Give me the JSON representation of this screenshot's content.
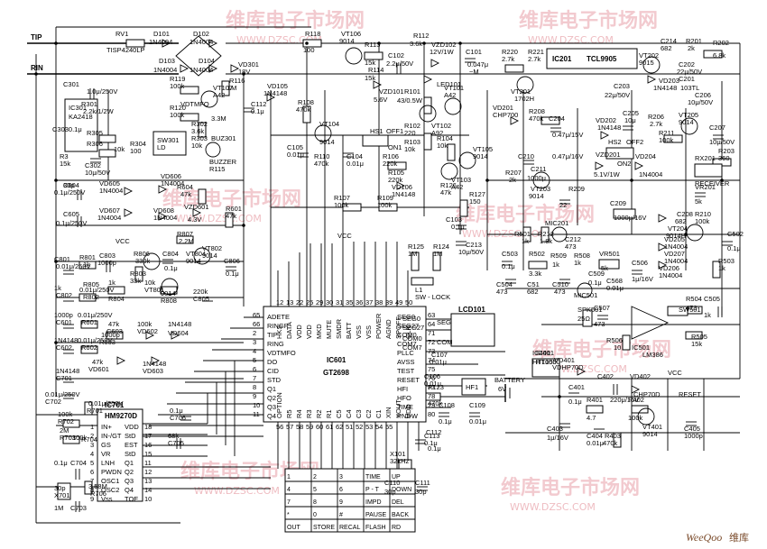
{
  "watermark": {
    "brand": "维库电子市场网",
    "url": "WWW.DZSC.COM",
    "footer_logo": "WeeQoo",
    "footer_cn": "维库"
  },
  "terminals": {
    "tip": "TIP",
    "ring": "RIN"
  },
  "ics": {
    "main_name": "IC601",
    "main_part": "GT2698",
    "ringer_name": "IC201",
    "ringer_part": "TCL9905",
    "dtmf_name": "IC701",
    "dtmf_part": "HM9270D",
    "amp_name": "IC501",
    "amp_part": "LM386",
    "reg_name": "IC401",
    "reg_part": "HT1050",
    "opto_name": "IC301",
    "opto_part": "KA2418",
    "lcd": "LCD101"
  },
  "top_labels": [
    "RV1",
    "TISP4240LP",
    "D101",
    "1N4004",
    "D102",
    "1N4004",
    "D103",
    "1N4004",
    "D104",
    "1N4004",
    "R118",
    "100",
    "VT106",
    "9014",
    "R113",
    "15k",
    "R114",
    "15k",
    "C102",
    "2.2μ/50V",
    "R112",
    "3.6k",
    "VZD102",
    "12V/1W",
    "C101",
    "0.047μ",
    "~M",
    "LED101",
    "VZD101",
    "5.6V",
    "R101",
    "43/0.5W",
    "VT101",
    "A42",
    "VT102",
    "A92",
    "R220",
    "2.7k",
    "R221",
    "2.7k",
    "C214",
    "682",
    "R201",
    "2k",
    "R202",
    "6.8k",
    "VT202",
    "9015",
    "VD203",
    "1N4148",
    "C202",
    "22μ/50V",
    "C201",
    "103TL",
    "C206",
    "10μ/50V",
    "VT201",
    "1702H",
    "C203",
    "22μ/50V"
  ],
  "left_labels": [
    "C301",
    "1.0μ/250V",
    "R301",
    "2.2k/1/2W",
    "VD301",
    "18V",
    "R116",
    "1M",
    "VDTMFO",
    "R119",
    "100k",
    "R120",
    "100k",
    "VT107",
    "A42",
    "C112",
    "0.1μ",
    "VD105",
    "1N4148",
    "C3030.1μ",
    "R305",
    "R306",
    "10k",
    "R3",
    "15k",
    "C302",
    "10μ/50V",
    "R302",
    "3.6k",
    "R303",
    "10k",
    "R304",
    "100",
    "SW301",
    "LD",
    "BUZ301",
    "BUZZER",
    "R115",
    "3.3M"
  ],
  "mid_labels": [
    "R108",
    "470k",
    "VT104",
    "9014",
    "HS1",
    "OFF1",
    "ON1",
    "R102",
    "220",
    "R103",
    "10k",
    "C105",
    "0.01μ",
    "R110",
    "470k",
    "C104",
    "0.01μ",
    "R104",
    "10k",
    "VT105",
    "9014",
    "R106",
    "220k",
    "VD106",
    "1N4148",
    "R105",
    "220k",
    "VT103",
    "A42",
    "R126",
    "47k",
    "R107",
    "100k",
    "R109",
    "100k",
    "R127",
    "150",
    "C103",
    "0.1μ",
    "C213",
    "10μ/50V",
    "R125",
    "1M",
    "R124",
    "1M",
    "L1",
    "SW - LOCK",
    "VCC"
  ],
  "right_labels": [
    "VD201",
    "CHP700",
    "R208",
    "470k",
    "C204",
    "0.47μ/15V",
    "VD202",
    "1N4148",
    "C205",
    "10μ",
    "R206",
    "2.7k",
    "VT205",
    "9014",
    "R211",
    "100k",
    "C207",
    "10μ/50V",
    "R203",
    "360",
    "HS2",
    "OFF2",
    "ON2",
    "VZD201",
    "5.1V/1W",
    "VD204",
    "1N4004",
    "RX201",
    "RECEIVER",
    "C210",
    "0.47μ/16V",
    "R207",
    "2k",
    "C211",
    "1000μ",
    "VT203",
    "9014",
    "R209",
    "22",
    "C209",
    "1000μ/16V",
    "VR201",
    "5k",
    "C208",
    "682",
    "VT204",
    "9014H",
    "VD205",
    "1N4004",
    "VD207",
    "1N4004",
    "VD206",
    "1N4004",
    "R210",
    "100k",
    "C502",
    "0.1μ",
    "R503",
    "1k",
    "R501",
    "1k",
    "R212",
    "1.8k",
    "C212",
    "473",
    "MIC201",
    "C503",
    "0.1μ",
    "R502",
    "3.3k",
    "R509",
    "1k",
    "R508",
    "1k",
    "VR501",
    "5k",
    "C504",
    "473",
    "C51",
    "682",
    "C510",
    "473",
    "C509",
    "0.1μ",
    "MIC501",
    "C506",
    "1μ/16V",
    "C568",
    "0.01μ",
    "R504",
    "473",
    "C505",
    "1k",
    "SPK501",
    "25Ω",
    "C507",
    "473",
    "SW501",
    "R506",
    "10",
    "R505",
    "15k"
  ],
  "lower_left_labels": [
    "C604",
    "0.1μ/250V",
    "VD605",
    "1N4004",
    "VD606",
    "1N4004",
    "R604",
    "47k",
    "VZD601",
    "4.3V",
    "VD607",
    "1N4004",
    "VD608",
    "1N4004",
    "R601",
    "47k",
    "C605",
    "0.1μ/250V",
    "R807",
    "2.2M",
    "VCC",
    "C801",
    "0.01μ/250V",
    "R801",
    "1k",
    "C803",
    "1000p",
    "R806",
    "330k",
    "C804",
    "0.1μ",
    "VT804",
    "9014",
    "VT802",
    "9014",
    "C806",
    "0.1μ",
    "R803",
    "33k",
    "R805",
    "1k",
    "C802",
    "0.01μ/250V",
    "R802",
    "1k",
    "R804",
    "10k",
    "VT801",
    "9014",
    "R808",
    "220k",
    "C805",
    "1000p",
    "C601",
    "0.01μ/250V",
    "R601",
    "47k",
    "C603",
    "1000p",
    "R603",
    "100k",
    "VD602",
    "1N4148",
    "VD604",
    "1N4148",
    "C602",
    "0.01μ/250V",
    "R602",
    "47k",
    "VD601",
    "1N4148",
    "VD603",
    "1N4148",
    "C701",
    "0.01μ/250V",
    "C702",
    "0.01μ/250V",
    "R701",
    "100k",
    "R702",
    "2M",
    "R703",
    "100k",
    "R704",
    "68k",
    "C705",
    "0.1μ",
    "C706",
    "0.1μ",
    "C704",
    "30p",
    "X701",
    "3.58M",
    "R706",
    "1M",
    "C703",
    "30p"
  ],
  "ic601_pins_left": [
    "ADETE",
    "RINGP",
    "TIP",
    "RING",
    "VDTMFO",
    "DO",
    "CID",
    "STD",
    "Q1",
    "Q2",
    "Q3",
    "Q4"
  ],
  "ic601_pins_top": [
    "HKS",
    "DATA",
    "VDD",
    "VDD",
    "MKD",
    "MUTE",
    "SMDR",
    "BATT",
    "VSS",
    "VSS",
    "POWER",
    "AGND",
    "SPOFF",
    "CLK"
  ],
  "ic601_pins_right": [
    "SEG0",
    "SEG27",
    "COM0",
    "COM7",
    "PLLC",
    "AVSS",
    "TEST",
    "RESET",
    "HFI",
    "HFO",
    "TIME",
    "PNDW"
  ],
  "ic601_pins_bottom": [
    "OPTION",
    "R5",
    "R4",
    "R3",
    "R2",
    "R1",
    "C5",
    "C4",
    "C3",
    "C2",
    "C1",
    "XIN",
    "XOUT",
    "VDD"
  ],
  "ic601_pin_numbers": [
    "65",
    "66",
    "2",
    "3",
    "4",
    "5",
    "6",
    "7",
    "8",
    "9",
    "10",
    "11",
    "12",
    "13",
    "22",
    "25",
    "29",
    "30",
    "31",
    "35",
    "36",
    "37",
    "38",
    "39",
    "49",
    "50",
    "63",
    "64",
    "71",
    "72",
    "73",
    "74",
    "75",
    "76",
    "77",
    "78",
    "79",
    "80",
    "56",
    "57",
    "58",
    "59",
    "60",
    "61",
    "62",
    "51",
    "52",
    "53",
    "54",
    "55"
  ],
  "ic701_pins": [
    "IN+",
    "IN-/GT",
    "GS",
    "VR",
    "LNH",
    "PWDN",
    "OSC1",
    "OSC2",
    "Vss",
    "VDD",
    "StD",
    "EST",
    "StD",
    "Q1",
    "Q2",
    "Q3",
    "Q4",
    "TOE"
  ],
  "ic701_pin_numbers": [
    "1",
    "2",
    "3",
    "4",
    "5",
    "6",
    "7",
    "8",
    "9",
    "18",
    "17",
    "16",
    "15",
    "11",
    "12",
    "13",
    "14",
    "10"
  ],
  "lcd_labels": [
    "SEG",
    "COM",
    "SEG0",
    "SEG27",
    "COM0",
    "COM7"
  ],
  "bottom_labels": [
    "C113",
    "0.1μ",
    "C112",
    "0.1μ",
    "C107",
    "0.01μ",
    "C106",
    "0.01μ",
    "C108",
    "0.1μ",
    "R123",
    "470k",
    "C109",
    "0.01μ",
    "HF1",
    "X101",
    "32kHz",
    "C110",
    "30p",
    "C111",
    "30p",
    "BATTERY",
    "6V",
    "VCC",
    "RESET",
    "IC401",
    "HT1050",
    "VD401",
    "VDHP70D",
    "C402",
    "220μ/16V",
    "VD402",
    "CHP70D",
    "C401",
    "0.1μ",
    "R401",
    "4.7",
    "R402",
    "100k",
    "C403",
    "1μ/16V",
    "C404",
    "0.01μ",
    "R403",
    "470k",
    "VT401",
    "9014",
    "C405",
    "1000p"
  ],
  "keypad": {
    "rows": [
      [
        "1",
        "2",
        "3",
        "TIME",
        "UP"
      ],
      [
        "4",
        "5",
        "6",
        "P - T",
        "DOWN"
      ],
      [
        "7",
        "8",
        "9",
        "IMPD",
        "DEL"
      ],
      [
        "*",
        "0",
        "#",
        "PAUSE",
        "BACK"
      ],
      [
        "OUT",
        "STORE",
        "RECAL",
        "FLASH",
        "RD"
      ]
    ]
  }
}
